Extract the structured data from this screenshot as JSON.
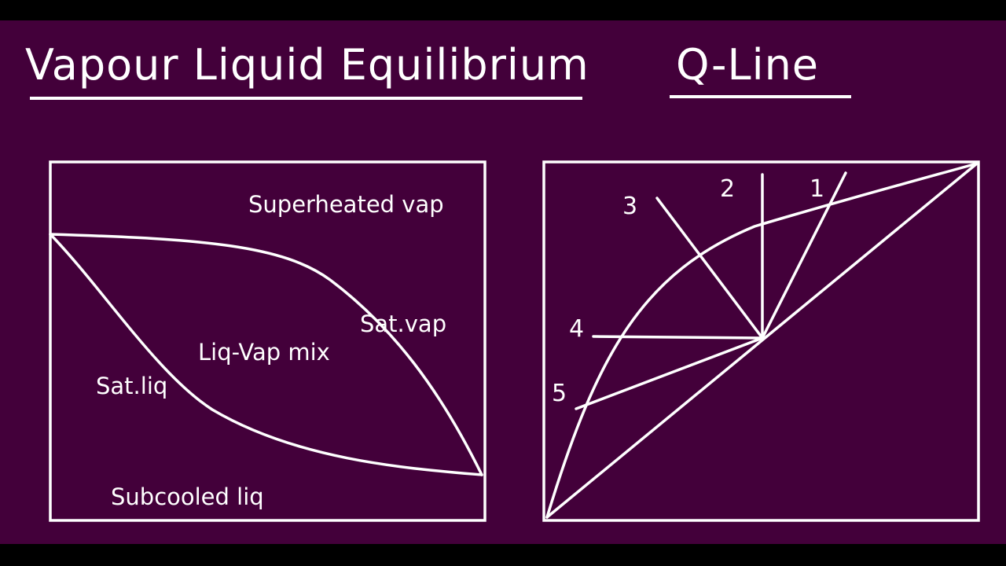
{
  "slide": {
    "title": "Vapour Liquid Equilibrium",
    "subtitle": "Q-Line",
    "background_color": "#43003a",
    "ink_color": "#ffffff"
  },
  "phase_diagram": {
    "region_superheated": "Superheated vap",
    "curve_sat_vap": "Sat.vap",
    "region_mix": "Liq-Vap mix",
    "curve_sat_liq": "Sat.liq",
    "region_subcooled": "Subcooled liq"
  },
  "q_line_diagram": {
    "line_labels": [
      "1",
      "2",
      "3",
      "4",
      "5"
    ]
  }
}
